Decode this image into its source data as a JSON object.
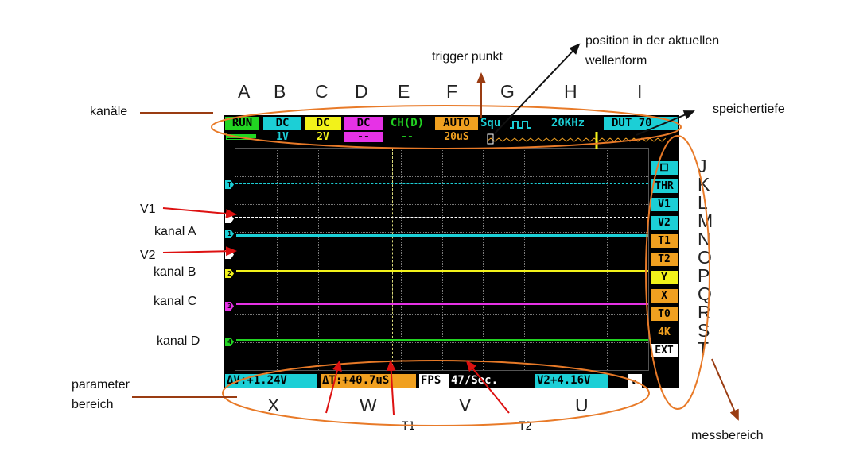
{
  "annotations": {
    "trigger_point": "trigger punkt",
    "position": [
      "position in der aktuellen",
      "wellenform"
    ],
    "channels": "kanäle",
    "memory_depth": "speichertiefe",
    "v1": "V1",
    "channel_a": "kanal A",
    "v2": "V2",
    "channel_b": "kanal B",
    "channel_c": "kanal C",
    "channel_d": "kanal D",
    "parameter_area": [
      "parameter",
      "bereich"
    ],
    "measure_area": "messbereich",
    "t1": "T1",
    "t2": "T2"
  },
  "letters_top": [
    "A",
    "B",
    "C",
    "D",
    "E",
    "F",
    "G",
    "H",
    "I"
  ],
  "letters_right": [
    "J",
    "K",
    "L",
    "M",
    "N",
    "O",
    "P",
    "Q",
    "R",
    "S",
    "T"
  ],
  "letters_bottom": [
    "X",
    "W",
    "V",
    "U"
  ],
  "screen": {
    "top_row": {
      "run": "RUN",
      "ch_a_coupling": "DC",
      "ch_b_coupling": "DC",
      "ch_c_coupling": "DC",
      "ch_d": "CH(D)",
      "trigger_mode": "AUTO",
      "wave_mode": "Squ",
      "frequency": "20KHz",
      "duty": "DUT 70"
    },
    "second_row": {
      "ch_a_scale": "1V",
      "ch_b_scale": "2V",
      "ch_c_scale": "--",
      "ch_d_scale": "--",
      "timebase": "20uS"
    },
    "channel_markers": [
      "T",
      "1",
      "2",
      "3",
      "4"
    ],
    "measure_menu": [
      "⧠",
      "THR",
      "V1",
      "V2",
      "T1",
      "T2",
      "Y",
      "X",
      "T0",
      "4K",
      "EXT"
    ],
    "bottom": {
      "delta_v": "ΔV:+1.24V",
      "delta_t": "ΔT:+40.7uS",
      "fps_label": "FPS",
      "fps_value": "47/Sec.",
      "v2": "V2+4.16V",
      "icon": "↙"
    }
  },
  "colors": {
    "cyan": "#1ccfd6",
    "yellow": "#f2f21a",
    "magenta": "#e632e6",
    "green": "#22d422",
    "orange": "#f0a020",
    "annotation_orange": "#e87a28",
    "arrow_red": "#dd1111",
    "arrow_brown": "#9a3c12"
  }
}
